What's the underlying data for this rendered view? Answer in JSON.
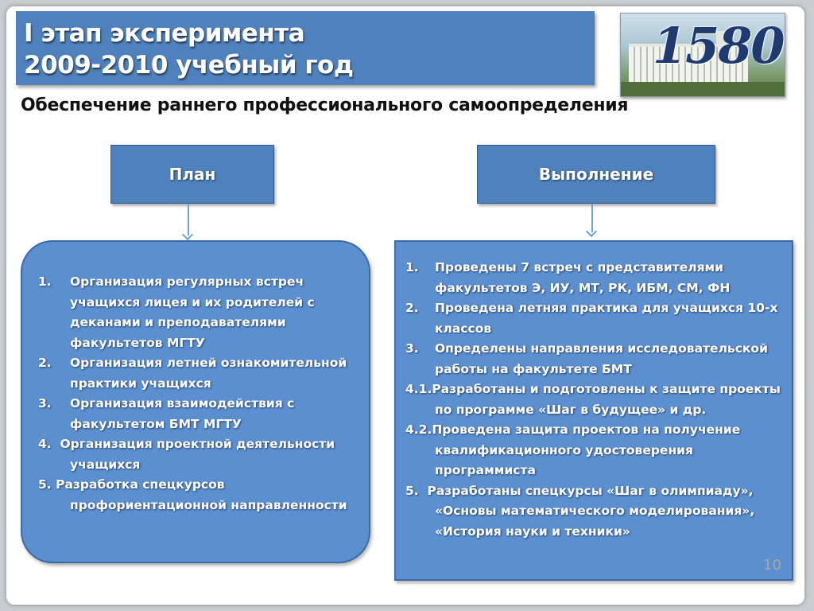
{
  "title": {
    "line1": "I этап эксперимента",
    "line2": "2009-2010 учебный год"
  },
  "logo": {
    "year": "1580"
  },
  "subtitle": "Обеспечение раннего профессионального самоопределения",
  "plan": {
    "label": "План",
    "items": [
      {
        "num": "1.",
        "text": "Организация регулярных встреч учащихся лицея и их родителей с деканами и преподавателями факультетов МГТУ"
      },
      {
        "num": "2.",
        "text": "Организация летней ознакомительной  практики учащихся"
      },
      {
        "num": "3.",
        "text": "Организация взаимодействия с факультетом  БМТ МГТУ"
      },
      {
        "num": "4.",
        "text": "Организация проектной деятельности учащихся"
      },
      {
        "num": "5.",
        "text": "Разработка спецкурсов профориентационной направленности"
      }
    ]
  },
  "execution": {
    "label": "Выполнение",
    "items": [
      {
        "num": "1.",
        "text": "Проведены 7 встреч с представителями факультетов Э, ИУ, МТ, РК, ИБМ, СМ, ФН"
      },
      {
        "num": "2.",
        "text": "Проведена летняя практика для учащихся 10-х классов"
      },
      {
        "num": "3.",
        "text": "Определены направления исследовательской работы на факультете  БМТ"
      },
      {
        "num": "4.1.",
        "text": "Разработаны и подготовлены к защите проекты по программе «Шаг в будущее» и др."
      },
      {
        "num": "4.2.",
        "text": "Проведена защита проектов на получение квалификационного  удостоверения программиста"
      },
      {
        "num": "5.",
        "text": "Разработаны спецкурсы «Шаг в олимпиаду», «Основы математического моделирования», «История науки и техники»"
      }
    ]
  },
  "page_number": "10",
  "colors": {
    "accent": "#4f81bd",
    "box_fill": "#5b8fd0",
    "arrow": "#6ea1d8"
  }
}
